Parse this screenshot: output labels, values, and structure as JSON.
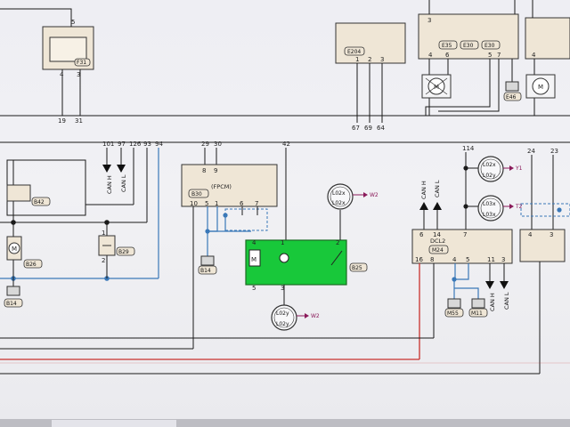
{
  "colors": {
    "wire": "#1a1a1a",
    "wire_blue": "#3a78b8",
    "wire_red": "#c8302c",
    "highlight": "#18c83a",
    "component_fill": "#efe6d6",
    "ground_fill": "#d8d8d8",
    "arrow_label": "#8a1a5a"
  },
  "components": {
    "f31": {
      "ref": "F31",
      "label": "",
      "pins": [
        "5",
        "4",
        "3"
      ],
      "harness": [
        "19",
        "31"
      ]
    },
    "e204": {
      "ref": "E204",
      "label": "",
      "pins": [
        "1",
        "2",
        "3"
      ],
      "harness": [
        "67",
        "69",
        "64"
      ]
    },
    "e_group": {
      "refs": [
        "E35",
        "E30",
        "E30"
      ],
      "pins": [
        "3",
        "4",
        "6",
        "5",
        "7",
        "4"
      ],
      "labels": [
        ""
      ]
    },
    "e46": {
      "ref": "E46"
    },
    "b42": {
      "ref": "B42",
      "label": ""
    },
    "b26": {
      "ref": "B26",
      "label": ""
    },
    "b29": {
      "ref": "B29",
      "label": "",
      "pins": [
        "1",
        "2"
      ]
    },
    "b14_left": {
      "ref": "B14"
    },
    "b14_mid": {
      "ref": "B14"
    },
    "b30": {
      "ref": "B30",
      "label": "(FPCM)",
      "pins_top": [
        "8",
        "9"
      ],
      "pins_bottom": [
        "10",
        "5",
        "1",
        "6",
        "7"
      ]
    },
    "b25": {
      "ref": "B25",
      "label": "",
      "pins": [
        "4",
        "1",
        "2",
        "5",
        "3"
      ]
    },
    "m24": {
      "ref": "M24",
      "label": "DCL2",
      "pins_top": [
        "6",
        "14",
        "7",
        "4",
        "3"
      ],
      "pins_bottom": [
        "16",
        "8",
        "4",
        "5",
        "11",
        "3"
      ]
    },
    "m55": {
      "ref": "M55"
    },
    "m11": {
      "ref": "M11"
    }
  },
  "harness_top": {
    "left": [
      "101",
      "97",
      "126",
      "93",
      "94"
    ],
    "mid": [
      "29",
      "30"
    ],
    "center": [
      "42"
    ],
    "right": [
      "114",
      "24",
      "23"
    ]
  },
  "can": {
    "high": "CAN H",
    "low": "CAN L"
  },
  "continuations": {
    "w2_a": {
      "top": "L02x",
      "bottom": "L02x",
      "label": "W2"
    },
    "w2_b": {
      "top": "L02y",
      "bottom": "L02y",
      "label": "W2"
    },
    "y1": {
      "top": "L02x",
      "bottom": "L02y",
      "label": "Y1"
    },
    "t2": {
      "top": "L03x",
      "bottom": "L03x",
      "label": "T2"
    }
  }
}
